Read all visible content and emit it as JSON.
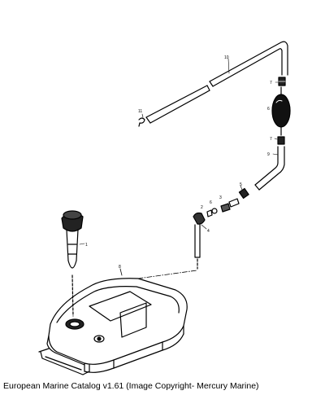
{
  "caption": "European Marine Catalog v1.61 (Image Copyright- Mercury Marine)",
  "callouts": [
    {
      "id": "line",
      "label": "10"
    },
    {
      "id": "clamp-top",
      "label": "7"
    },
    {
      "id": "primer-bulb",
      "label": "6"
    },
    {
      "id": "clamp-bottom",
      "label": "7"
    },
    {
      "id": "hose-lower",
      "label": "9"
    },
    {
      "id": "fitting",
      "label": "11"
    },
    {
      "id": "connector-a",
      "label": "5"
    },
    {
      "id": "connector-b",
      "label": "3"
    },
    {
      "id": "connector-c",
      "label": "6"
    },
    {
      "id": "connector-d",
      "label": "2"
    },
    {
      "id": "pickup-tube",
      "label": "4"
    },
    {
      "id": "fuel-gauge",
      "label": "1"
    },
    {
      "id": "tank",
      "label": "8"
    }
  ]
}
